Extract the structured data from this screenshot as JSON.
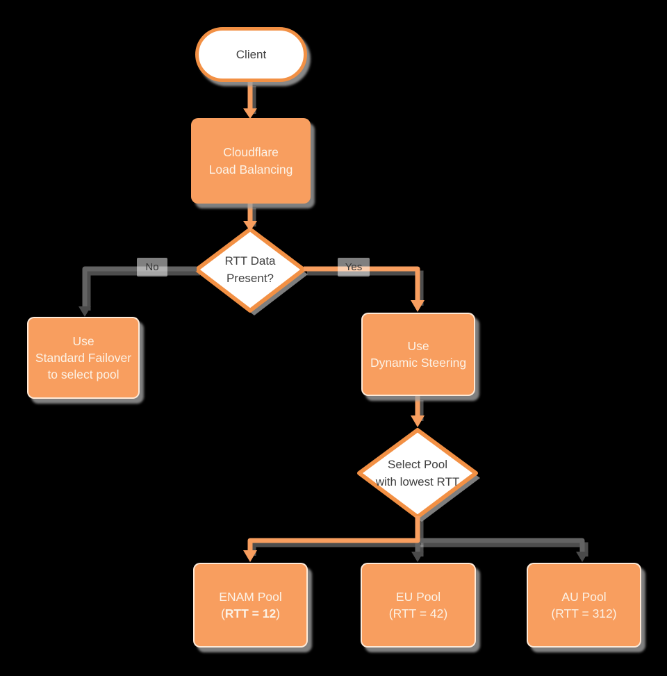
{
  "colors": {
    "background": "#000000",
    "node_fill_orange": "#F89E5F",
    "node_border_orange": "#F29044",
    "connector_gray": "#636363",
    "arrow_dark": "#4A4A4A",
    "text_dark": "#3F3F3F",
    "text_light": "#FCF2E6"
  },
  "nodes": {
    "client": {
      "label": "Client"
    },
    "load_balancer": {
      "line1": "Cloudflare",
      "line2": "Load Balancing"
    },
    "rtt_decision": {
      "line1": "RTT Data",
      "line2": "Present?"
    },
    "standard_failover": {
      "line1": "Use",
      "line2": "Standard Failover",
      "line3": "to select pool"
    },
    "dynamic_steering": {
      "line1": "Use",
      "line2": "Dynamic Steering"
    },
    "select_pool": {
      "line1": "Select Pool",
      "line2": "with lowest RTT"
    },
    "enam_pool": {
      "line1": "ENAM Pool",
      "rtt_prefix": "(",
      "rtt_bold": "RTT = 12",
      "rtt_suffix": ")"
    },
    "eu_pool": {
      "line1": "EU Pool",
      "line2": "(RTT = 42)"
    },
    "au_pool": {
      "line1": "AU Pool",
      "line2": "(RTT = 312)"
    }
  },
  "edges": {
    "no_label": "No",
    "yes_label": "Yes"
  }
}
